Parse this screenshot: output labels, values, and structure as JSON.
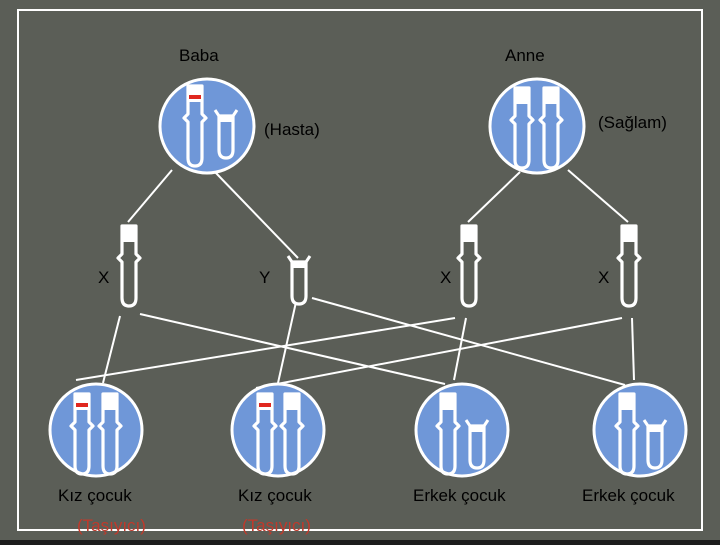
{
  "colors": {
    "background": "#5b5e57",
    "frame": "#ffffff",
    "cell_fill": "#6f97d8",
    "chromosome": "#ffffff",
    "marker_disease": "#e0271f",
    "text": "#000000",
    "carrier_text": "#b22222"
  },
  "parents": {
    "father_label": "Baba",
    "mother_label": "Anne",
    "father_status": "(Hasta)",
    "mother_status": "(Sağlam)"
  },
  "gametes": {
    "g1": "X",
    "g2": "Y",
    "g3": "X",
    "g4": "X"
  },
  "children": {
    "c1_label": "Kız çocuk",
    "c1_status": "(Taşıyıcı)",
    "c2_label": "Kız çocuk",
    "c2_status": "(Taşıyıcı)",
    "c3_label": "Erkek çocuk",
    "c4_label": "Erkek çocuk"
  }
}
